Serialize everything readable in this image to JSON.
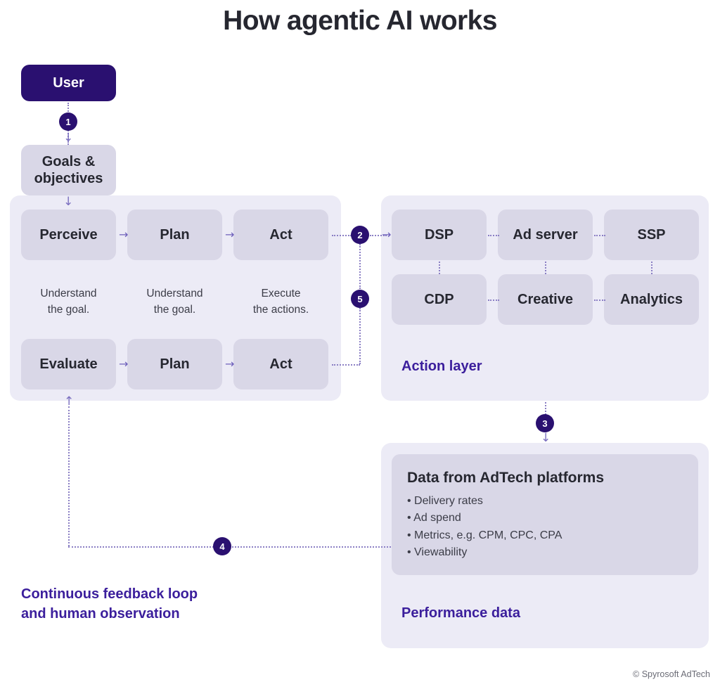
{
  "title": "How agentic AI works",
  "footer": "© Spyrosoft AdTech",
  "user_node": {
    "label": "User"
  },
  "goals_node": {
    "label": "Goals &\nobjectives"
  },
  "agent_panel": {
    "row1": [
      {
        "label": "Perceive",
        "caption": "Understand\nthe goal."
      },
      {
        "label": "Plan",
        "caption": "Understand\nthe goal."
      },
      {
        "label": "Act",
        "caption": "Execute\nthe actions."
      }
    ],
    "row2": [
      {
        "label": "Evaluate"
      },
      {
        "label": "Plan"
      },
      {
        "label": "Act"
      }
    ]
  },
  "action_layer": {
    "label": "Action layer",
    "row1": [
      "DSP",
      "Ad server",
      "SSP"
    ],
    "row2": [
      "CDP",
      "Creative",
      "Analytics"
    ]
  },
  "performance": {
    "label": "Performance data",
    "card_title": "Data from AdTech platforms",
    "bullets": [
      "• Delivery rates",
      "• Ad spend",
      "• Metrics, e.g. CPM, CPC, CPA",
      "• Viewability"
    ]
  },
  "feedback": {
    "label": "Continuous feedback loop\nand human observation"
  },
  "steps": {
    "s1": "1",
    "s2": "2",
    "s3": "3",
    "s4": "4",
    "s5": "5"
  },
  "arrows": {
    "down": "↓",
    "up": "↑",
    "right": "→"
  },
  "colors": {
    "dark_purple": "#2a1070",
    "accent_purple": "#3b1e9c",
    "panel_bg": "#ecebf6",
    "node_bg": "#d9d7e7",
    "text": "#262730",
    "dotted": "#8b7fc4"
  }
}
